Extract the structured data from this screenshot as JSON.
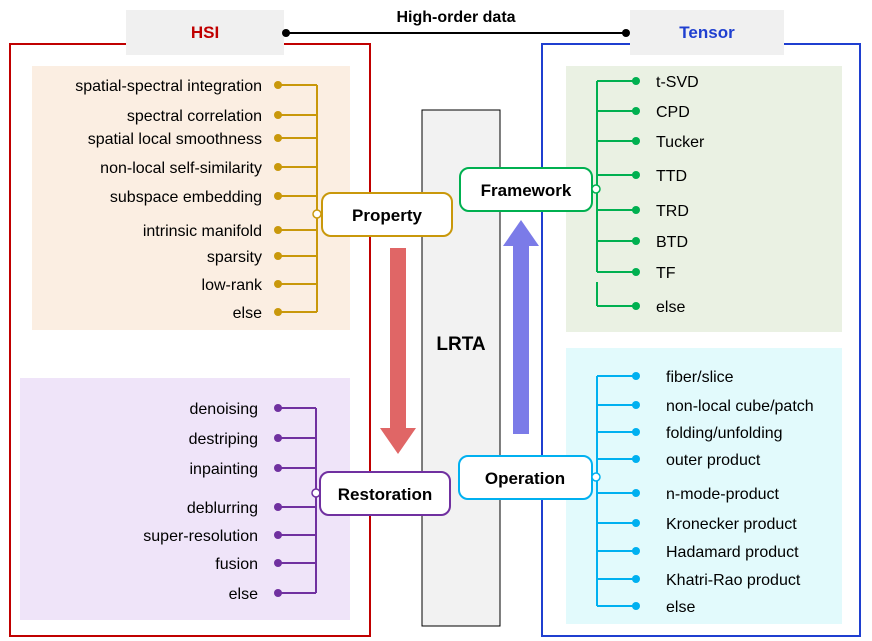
{
  "header": {
    "hsi_label": "HSI",
    "tensor_label": "Tensor",
    "link_label": "High-order data"
  },
  "center_label": "LRTA",
  "property": {
    "label": "Property",
    "items": [
      "spatial-spectral integration",
      "spectral correlation",
      "spatial local smoothness",
      "non-local self-similarity",
      "subspace embedding",
      "intrinsic manifold",
      "sparsity",
      "low-rank",
      "else"
    ]
  },
  "restoration": {
    "label": "Restoration",
    "items": [
      "denoising",
      "destriping",
      "inpainting",
      "deblurring",
      "super-resolution",
      "fusion",
      "else"
    ]
  },
  "framework": {
    "label": "Framework",
    "items": [
      "t-SVD",
      "CPD",
      "Tucker",
      "TTD",
      "TRD",
      "BTD",
      "TF",
      "else"
    ]
  },
  "operation": {
    "label": "Operation",
    "items": [
      "fiber/slice",
      "non-local cube/patch",
      "folding/unfolding",
      "outer product",
      "n-mode-product",
      "Kronecker product",
      "Hadamard product",
      "Khatri-Rao product",
      "else"
    ]
  },
  "colors": {
    "hsi": "#c00000",
    "tensor": "#1f3fd0",
    "property": "#c9980b",
    "restoration": "#7030a0",
    "framework": "#00b050",
    "operation": "#00b0f0",
    "down_arrow": "#e06666",
    "up_arrow": "#7b7be8"
  }
}
